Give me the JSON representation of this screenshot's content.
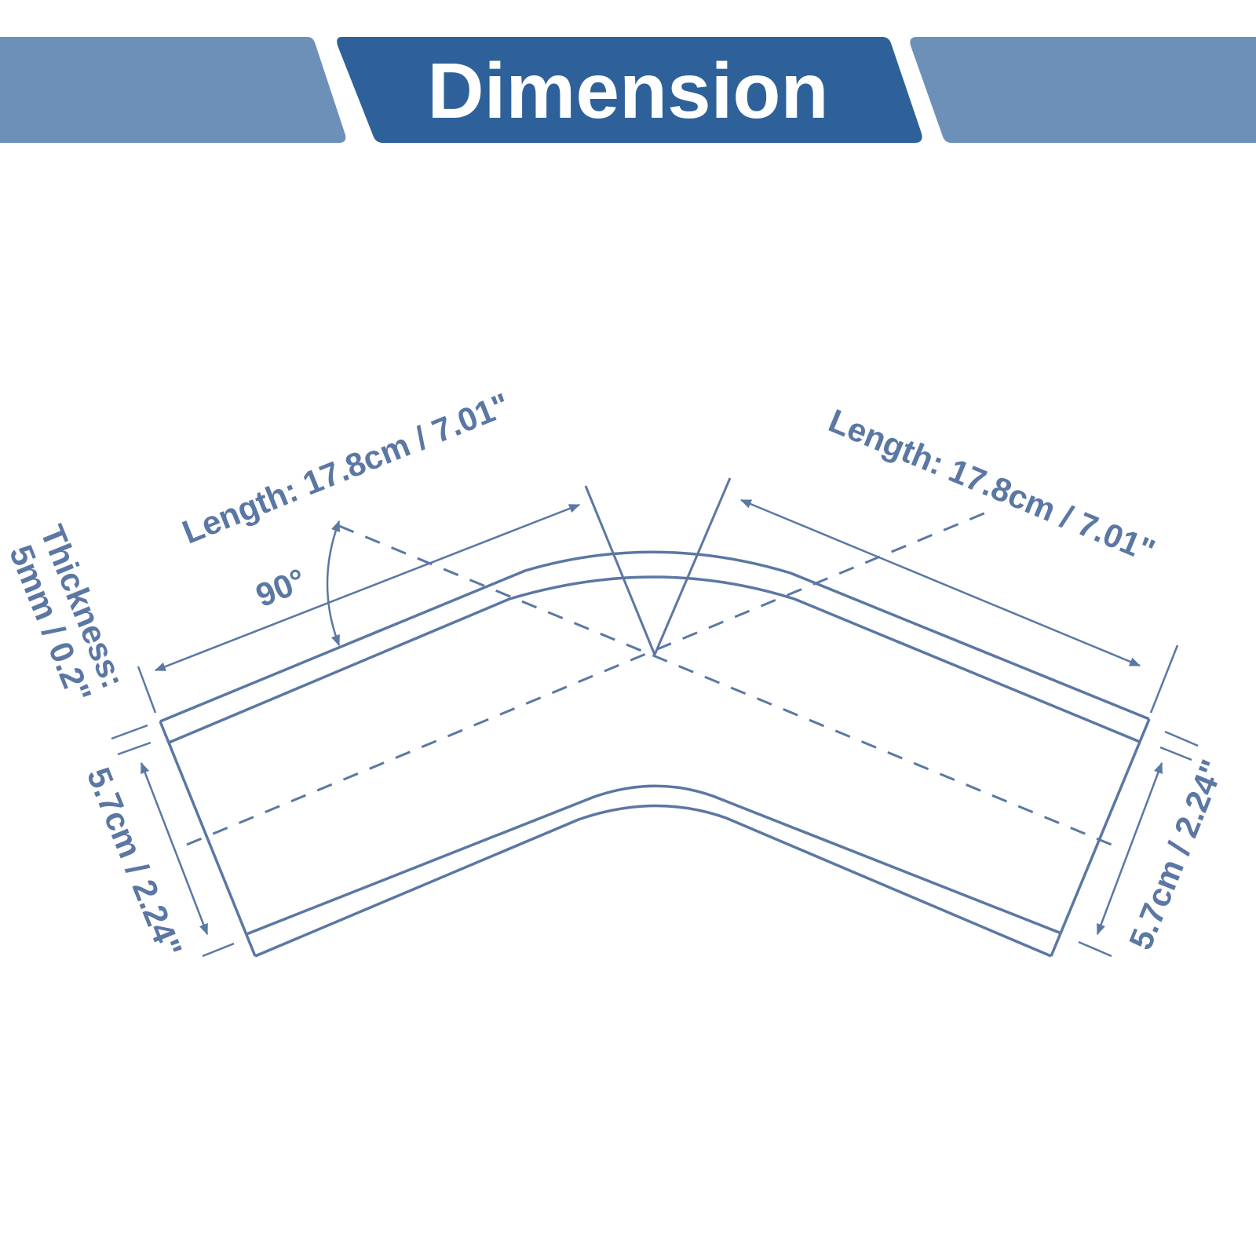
{
  "header": {
    "title": "Dimension"
  },
  "dimensions": {
    "length_left": "Length: 17.8cm / 7.01\"",
    "length_right": "Length: 17.8cm / 7.01\"",
    "angle": "90°",
    "thickness_label": "Thickness:",
    "thickness_value": "5mm / 0.2\"",
    "width_left": "5.7cm / 2.24\"",
    "width_right": "5.7cm / 2.24\""
  },
  "colors": {
    "banner_dark": "#2e6199",
    "banner_light": "#6c90b8",
    "line": "#5b77a3",
    "text": "#5b77a3",
    "title_text": "#ffffff"
  }
}
